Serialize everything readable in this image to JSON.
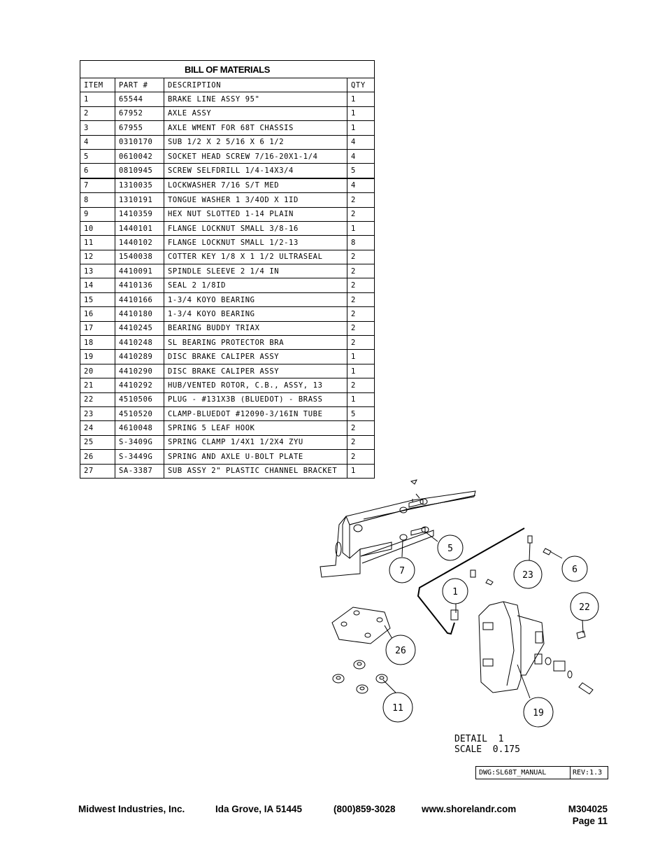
{
  "bom": {
    "title": "BILL OF MATERIALS",
    "headers": [
      "ITEM",
      "PART #",
      "DESCRIPTION",
      "QTY"
    ],
    "rows": [
      [
        "1",
        "65544",
        "BRAKE LINE ASSY 95\"",
        "1"
      ],
      [
        "2",
        "67952",
        "AXLE ASSY",
        "1"
      ],
      [
        "3",
        "67955",
        "AXLE WMENT FOR 68T CHASSIS",
        "1"
      ],
      [
        "4",
        "0310170",
        "SUB 1/2 X 2 5/16 X 6 1/2",
        "4"
      ],
      [
        "5",
        "0610042",
        "SOCKET HEAD SCREW 7/16-20X1-1/4",
        "4"
      ],
      [
        "6",
        "0810945",
        "SCREW SELFDRILL  1/4-14X3/4",
        "5"
      ],
      [
        "7",
        "1310035",
        "LOCKWASHER 7/16 S/T MED",
        "4"
      ],
      [
        "8",
        "1310191",
        "TONGUE WASHER 1 3/4OD X 1ID",
        "2"
      ],
      [
        "9",
        "1410359",
        "HEX NUT SLOTTED 1-14 PLAIN",
        "2"
      ],
      [
        "10",
        "1440101",
        "FLANGE LOCKNUT SMALL 3/8-16",
        "1"
      ],
      [
        "11",
        "1440102",
        "FLANGE LOCKNUT SMALL 1/2-13",
        "8"
      ],
      [
        "12",
        "1540038",
        "COTTER KEY 1/8 X 1 1/2 ULTRASEAL",
        "2"
      ],
      [
        "13",
        "4410091",
        "SPINDLE SLEEVE 2 1/4 IN",
        "2"
      ],
      [
        "14",
        "4410136",
        "SEAL  2 1/8ID",
        "2"
      ],
      [
        "15",
        "4410166",
        "1-3/4 KOYO BEARING",
        "2"
      ],
      [
        "16",
        "4410180",
        "1-3/4 KOYO BEARING",
        "2"
      ],
      [
        "17",
        "4410245",
        "BEARING BUDDY TRIAX",
        "2"
      ],
      [
        "18",
        "4410248",
        "SL BEARING PROTECTOR BRA",
        "2"
      ],
      [
        "19",
        "4410289",
        "DISC BRAKE CALIPER ASSY",
        "1"
      ],
      [
        "20",
        "4410290",
        "DISC BRAKE CALIPER ASSY",
        "1"
      ],
      [
        "21",
        "4410292",
        "HUB/VENTED ROTOR, C.B., ASSY, 13",
        "2"
      ],
      [
        "22",
        "4510506",
        "PLUG - #131X3B (BLUEDOT) - BRASS",
        "1"
      ],
      [
        "23",
        "4510520",
        "CLAMP-BLUEDOT #12090-3/16IN TUBE",
        "5"
      ],
      [
        "24",
        "4610048",
        "SPRING  5 LEAF HOOK",
        "2"
      ],
      [
        "25",
        "S-3409G",
        "SPRING CLAMP   1/4X1 1/2X4  ZYU",
        "2"
      ],
      [
        "26",
        "S-3449G",
        "SPRING AND AXLE U-BOLT PLATE",
        "2"
      ],
      [
        "27",
        "SA-3387",
        "SUB ASSY 2\" PLASTIC CHANNEL BRACKET",
        "1"
      ]
    ]
  },
  "drawing": {
    "callouts": [
      "5",
      "7",
      "1",
      "23",
      "6",
      "22",
      "26",
      "11",
      "19"
    ],
    "detail_label": "DETAIL  1",
    "scale_label": "SCALE  0.175"
  },
  "titleblock": {
    "dwg": "DWG:SL68T_MANUAL",
    "rev": "REV:1.3"
  },
  "footer": {
    "company": "Midwest Industries, Inc.",
    "city": "Ida Grove, IA  51445",
    "phone": "(800)859-3028",
    "website": "www.shorelandr.com",
    "doc_number": "M304025",
    "page": "Page 11"
  }
}
